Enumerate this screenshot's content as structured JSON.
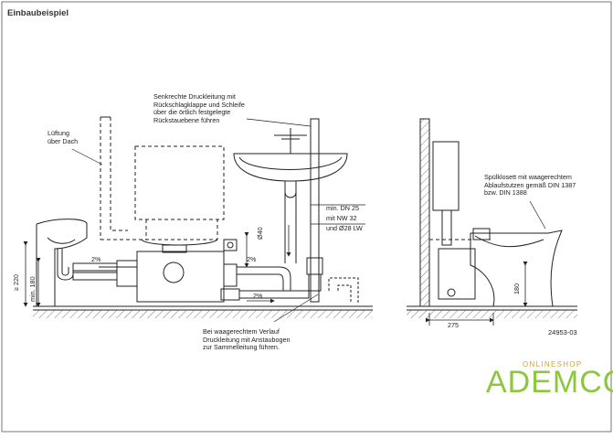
{
  "title": "Einbaubeispiel",
  "labels": {
    "vertical_pressure": "Senkrechte Druckleitung mit\nRückschlagklappe und Schleife\nüber die örtlich festgelegte\nRückstauebene führen",
    "ventilation": "Lüftung\nüber Dach",
    "horizontal_route": "Bei waagerechtem Verlauf\nDruckleitung mit Anstaubogen\nzur Sammelleitung führen.",
    "wc_toilet": "Spülklosett mit waagerechtem\nAblaufstutzen gemäß DIN 1387\nbzw. DIN 1388",
    "pipe_min_dn": "min. DN 25",
    "pipe_min_nw": "mit NW 32",
    "pipe_dia": "und Ø28 LW"
  },
  "dims": {
    "slope_1": "2%",
    "slope_2": "2%",
    "slope_3": "2%",
    "d40": "Ø40",
    "h220": "≥ 220",
    "h180_left": "min. 180",
    "h180_right": "180",
    "w275": "275"
  },
  "drawing_code": "24953-03",
  "logo": {
    "top": "ONLINESHOP",
    "brand": "ADEMCO",
    "color_green": "#8dc63f",
    "color_gold": "#c9a63a"
  }
}
